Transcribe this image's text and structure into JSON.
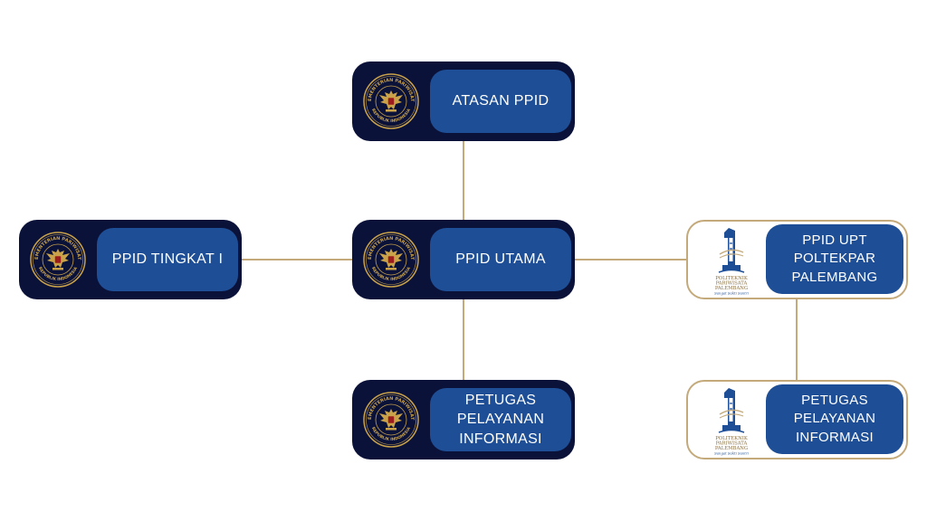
{
  "colors": {
    "node_dark": "#0b1239",
    "label_blue": "#1e4e96",
    "connector_gold": "#c4aa7b",
    "seal_gold": "#c9a24a"
  },
  "seal": {
    "top_text": "KEMENTERIAN PARIWISATA",
    "bottom_text": "REPUBLIK INDONESIA",
    "icon": "garuda-emblem-icon"
  },
  "poltek_logo": {
    "icon": "poltekpar-tower-icon",
    "line1": "POLITEKNIK",
    "line2": "PARIWISATA",
    "line3": "PALEMBANG",
    "tagline": "Sangat Sakti Santri"
  },
  "nodes": {
    "atasan": {
      "label": "ATASAN PPID"
    },
    "tingkat": {
      "label": "PPID TINGKAT I"
    },
    "utama": {
      "label": "PPID UTAMA"
    },
    "petugas_kemenpar": {
      "label": "PETUGAS\nPELAYANAN\nINFORMASI"
    },
    "upt": {
      "label": "PPID UPT\nPOLTEKPAR\nPALEMBANG"
    },
    "petugas_upt": {
      "label": "PETUGAS\nPELAYANAN\nINFORMASI"
    }
  }
}
